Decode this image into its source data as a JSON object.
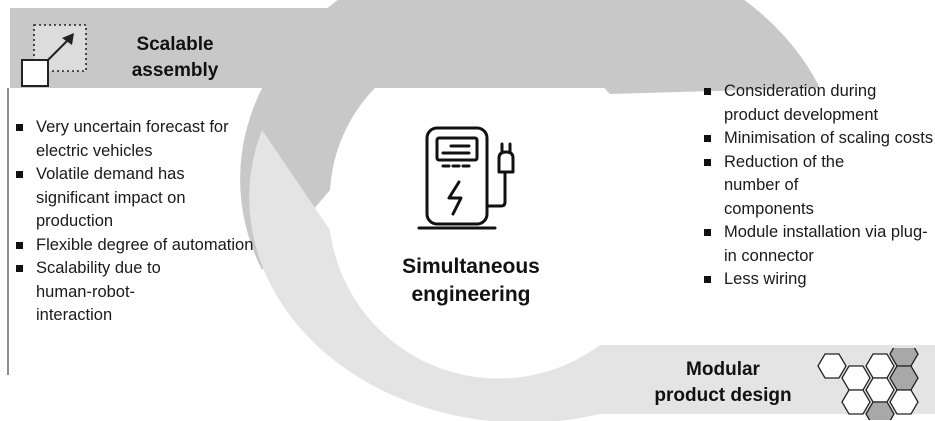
{
  "scalable_assembly": {
    "title_line1": "Scalable",
    "title_line2": "assembly",
    "icon": "scale-up-arrow-icon",
    "bullets": [
      "Very uncertain forecast for electric vehicles",
      "Volatile demand has significant impact on production",
      "Flexible degree of automation",
      "Scalability due to human-robot-interaction"
    ]
  },
  "center": {
    "title_line1": "Simultaneous",
    "title_line2": "engineering",
    "icon": "ev-charging-station-icon"
  },
  "modular_design": {
    "title_line1": "Modular",
    "title_line2": "product design",
    "icon": "hexagon-cluster-icon",
    "bullets": [
      "Consideration during product development",
      "Minimisation of scaling costs",
      "Reduction of the number of components",
      "Module installation via plug-in connector",
      "Less wiring"
    ]
  },
  "colors": {
    "ring_dark": "#c8c8c8",
    "ring_light": "#e4e4e4",
    "circle": "#ffffff"
  }
}
